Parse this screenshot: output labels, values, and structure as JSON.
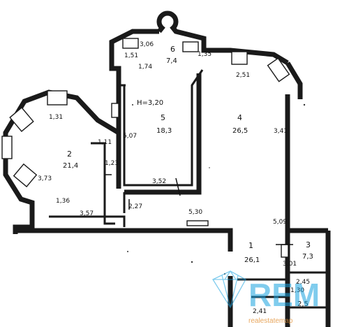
{
  "rooms": [
    {
      "number": "2",
      "area": "21,4"
    },
    {
      "number": "5",
      "area": "18,3"
    },
    {
      "number": "4",
      "area": "26,5"
    },
    {
      "number": "6",
      "area": "7,4"
    },
    {
      "number": "1",
      "area": "26,1"
    },
    {
      "number": "3",
      "area": "7,3"
    },
    {
      "number": "",
      "area": "2,5"
    }
  ],
  "ceiling_height": "H=3,20",
  "dimensions": {
    "d_306": "3,06",
    "d_174": "1,74",
    "d_131": "1,31",
    "d_135": "1,35",
    "d_251": "2,51",
    "d_151": "1,51",
    "d_111": "1,11",
    "d_507": "5,07",
    "d_341": "3,41",
    "d_373": "3,73",
    "d_352": "3,52",
    "d_357": "3,57",
    "d_530": "5,30",
    "d_123": "1,23",
    "d_136": "1,36",
    "d_227": "2,27",
    "d_509": "5,09",
    "d_245": "2,45",
    "d_241": "2,41",
    "d_130": "1,30",
    "d_301": "3,01"
  },
  "watermark": {
    "brand": "REM",
    "sub": "realestatemap"
  }
}
